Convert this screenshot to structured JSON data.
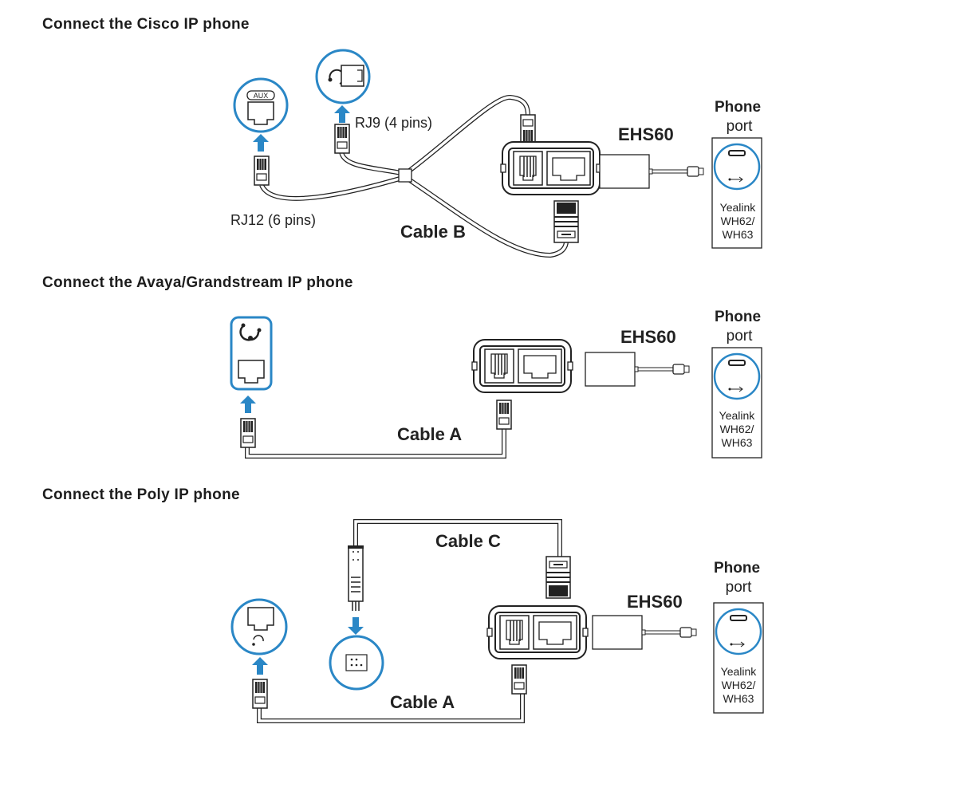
{
  "colors": {
    "accent": "#2a87c6",
    "line": "#222222"
  },
  "sections": [
    {
      "title": "Connect the Cisco IP phone",
      "labels": {
        "rj9": "RJ9 (4 pins)",
        "rj12": "RJ12 (6 pins)",
        "cable": "Cable B",
        "adapter": "EHS60",
        "phone_port_1": "Phone",
        "phone_port_2": "port",
        "aux": "AUX",
        "device": [
          "Yealink",
          "WH62/",
          "WH63"
        ]
      }
    },
    {
      "title": "Connect the Avaya/Grandstream IP phone",
      "labels": {
        "cable": "Cable A",
        "adapter": "EHS60",
        "phone_port_1": "Phone",
        "phone_port_2": "port",
        "device": [
          "Yealink",
          "WH62/",
          "WH63"
        ]
      }
    },
    {
      "title": "Connect the Poly IP phone",
      "labels": {
        "cable_c": "Cable C",
        "cable_a": "Cable A",
        "adapter": "EHS60",
        "phone_port_1": "Phone",
        "phone_port_2": "port",
        "device": [
          "Yealink",
          "WH62/",
          "WH63"
        ]
      }
    }
  ]
}
